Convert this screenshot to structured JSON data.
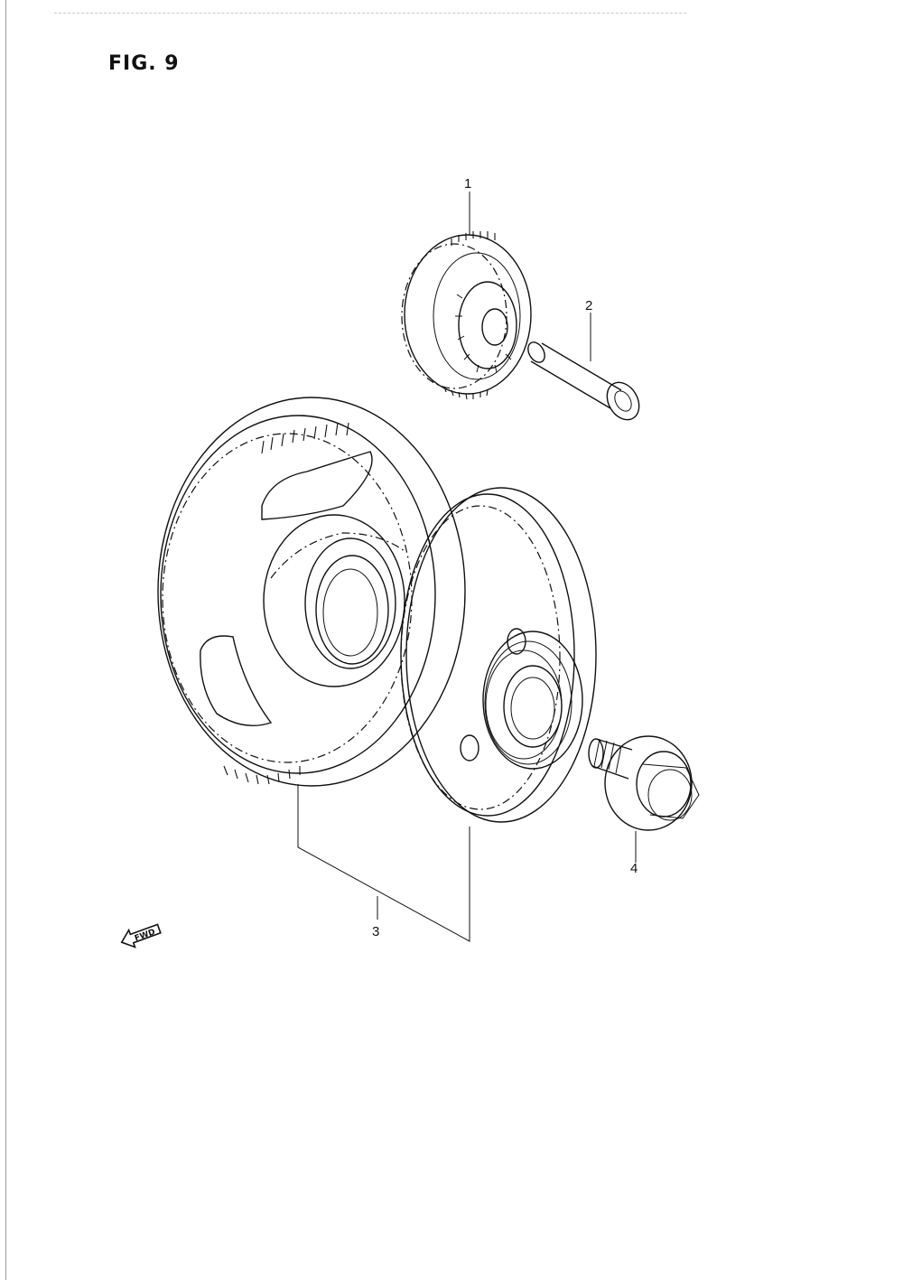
{
  "figure": {
    "title": "FIG. 9"
  },
  "parts": [
    {
      "ref": "1"
    },
    {
      "ref": "2"
    },
    {
      "ref": "3"
    },
    {
      "ref": "4"
    }
  ],
  "direction_marker": {
    "label": "FWD"
  }
}
